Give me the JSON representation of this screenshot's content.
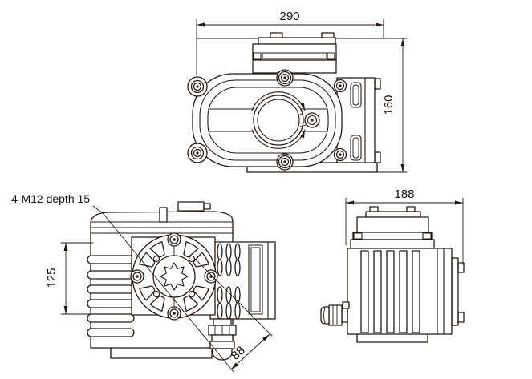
{
  "colors": {
    "background": "#ffffff",
    "line": "#241a13",
    "text": "#17100b"
  },
  "annotations": {
    "top_view_width": "290",
    "top_view_height": "160",
    "side_view_width": "188",
    "front_flange_height": "125",
    "front_diagonal_pitch": "88",
    "mounting_note": "4-M12 depth 15"
  }
}
